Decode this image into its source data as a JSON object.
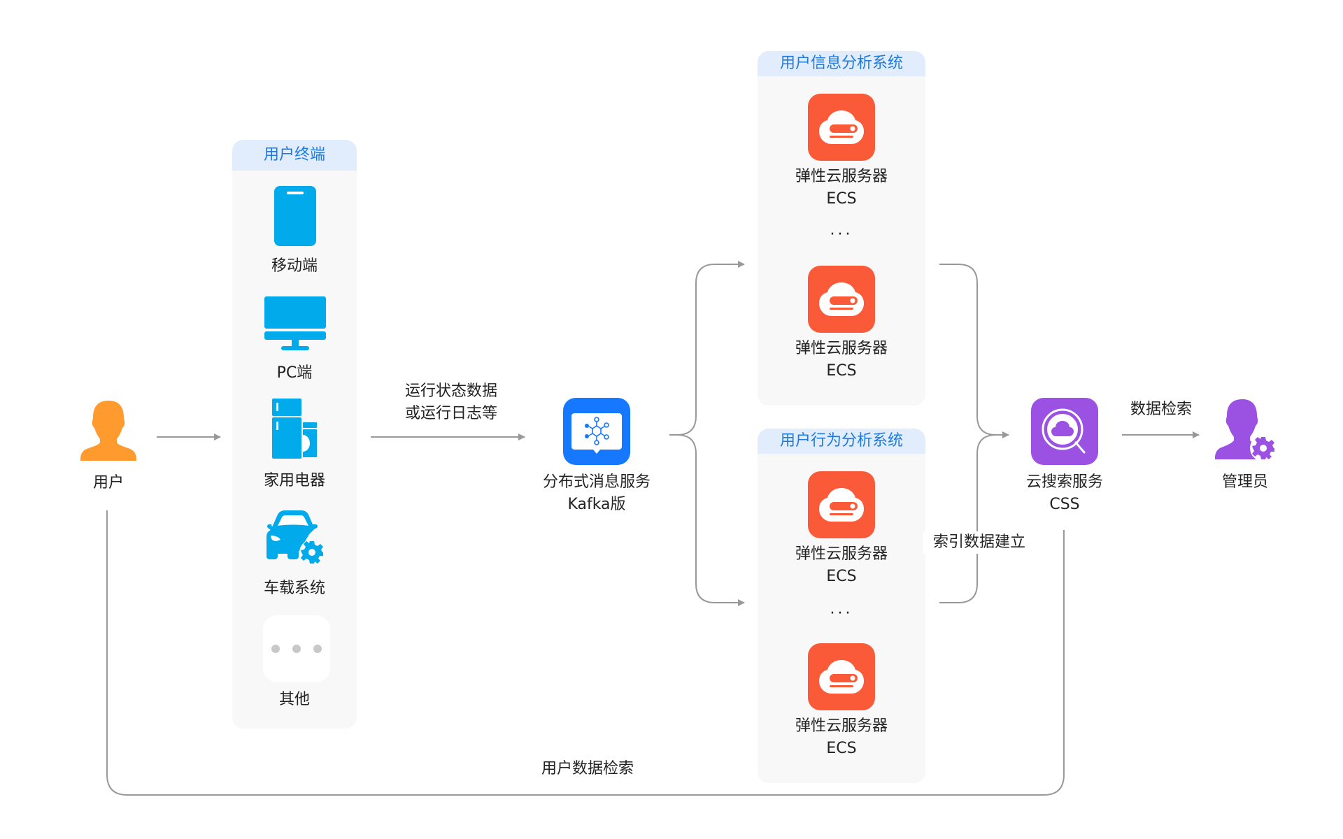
{
  "colors": {
    "user_orange": "#ff9a2e",
    "terminal_blue": "#00aaeb",
    "kafka_blue": "#1677ff",
    "ecs_orange": "#fa5a38",
    "css_purple": "#9b52e3",
    "admin_purple": "#9b52e3",
    "panel_header_bg": "#e1edfc",
    "panel_header_text": "#1f7ae0",
    "panel_bg": "#f8f8f8",
    "connector_gray": "#999999"
  },
  "user": {
    "label": "用户",
    "icon": "user-icon"
  },
  "terminals": {
    "title": "用户终端",
    "items": [
      {
        "label": "移动端",
        "icon": "mobile-phone-icon"
      },
      {
        "label": "PC端",
        "icon": "desktop-monitor-icon"
      },
      {
        "label": "家用电器",
        "icon": "home-appliance-icon"
      },
      {
        "label": "车载系统",
        "icon": "car-settings-icon"
      },
      {
        "label": "其他",
        "icon": "more-dots-icon"
      }
    ]
  },
  "flow_label_1": {
    "line1": "运行状态数据",
    "line2": "或运行日志等"
  },
  "kafka": {
    "line1": "分布式消息服务",
    "line2": "Kafka版",
    "icon": "kafka-network-icon"
  },
  "info_system": {
    "title": "用户信息分析系统",
    "ellipsis": "···",
    "servers": [
      {
        "line1": "弹性云服务器",
        "line2": "ECS"
      },
      {
        "line1": "弹性云服务器",
        "line2": "ECS"
      }
    ]
  },
  "behavior_system": {
    "title": "用户行为分析系统",
    "ellipsis": "···",
    "servers": [
      {
        "line1": "弹性云服务器",
        "line2": "ECS"
      },
      {
        "line1": "弹性云服务器",
        "line2": "ECS"
      }
    ]
  },
  "index_label": "索引数据建立",
  "css": {
    "line1": "云搜索服务",
    "line2": "CSS",
    "icon": "cloud-search-icon"
  },
  "search_label": "数据检索",
  "admin": {
    "label": "管理员",
    "icon": "admin-settings-icon"
  },
  "bottom_label": "用户数据检索"
}
